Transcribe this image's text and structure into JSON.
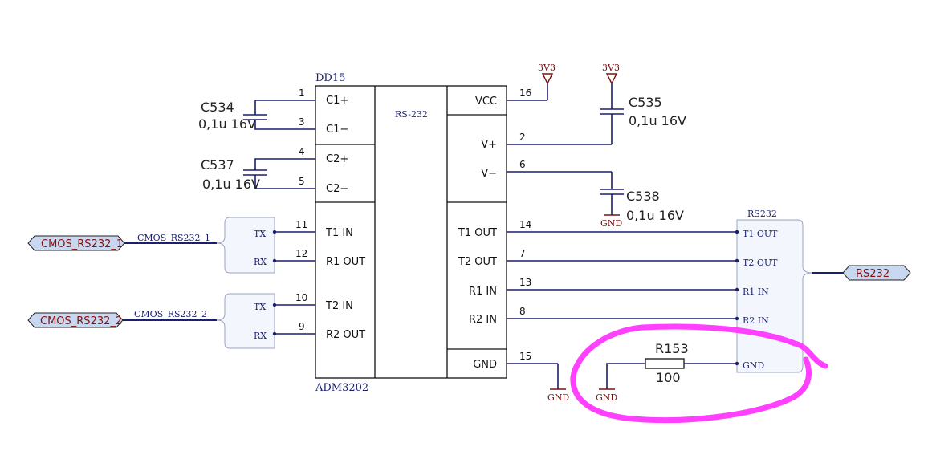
{
  "ic": {
    "designator": "DD15",
    "part": "ADM3202",
    "center_label": "RS-232",
    "left_pins": [
      {
        "num": "1",
        "name": "C1+"
      },
      {
        "num": "3",
        "name": "C1−"
      },
      {
        "num": "4",
        "name": "C2+"
      },
      {
        "num": "5",
        "name": "C2−"
      },
      {
        "num": "11",
        "name": "T1 IN"
      },
      {
        "num": "12",
        "name": "R1 OUT"
      },
      {
        "num": "10",
        "name": "T2 IN"
      },
      {
        "num": "9",
        "name": "R2 OUT"
      }
    ],
    "right_pins": [
      {
        "num": "16",
        "name": "VCC"
      },
      {
        "num": "2",
        "name": "V+"
      },
      {
        "num": "6",
        "name": "V−"
      },
      {
        "num": "14",
        "name": "T1 OUT"
      },
      {
        "num": "7",
        "name": "T2 OUT"
      },
      {
        "num": "13",
        "name": "R1 IN"
      },
      {
        "num": "8",
        "name": "R2 IN"
      },
      {
        "num": "15",
        "name": "GND"
      }
    ]
  },
  "capacitors": [
    {
      "ref": "C534",
      "value": "0,1u 16V"
    },
    {
      "ref": "C537",
      "value": "0,1u 16V"
    },
    {
      "ref": "C535",
      "value": "0,1u 16V"
    },
    {
      "ref": "C538",
      "value": "0,1u 16V"
    }
  ],
  "resistor": {
    "ref": "R153",
    "value": "100"
  },
  "power": {
    "vcc": "3V3",
    "gnd": "GND"
  },
  "harness_left": [
    {
      "port": "CMOS_RS232_1",
      "net": "CMOS_RS232_1",
      "tx": "TX",
      "rx": "RX"
    },
    {
      "port": "CMOS_RS232_2",
      "net": "CMOS_RS232_2",
      "tx": "TX",
      "rx": "RX"
    }
  ],
  "harness_right": {
    "title": "RS232",
    "port": "RS232",
    "entries": [
      "T1 OUT",
      "T2 OUT",
      "R1 IN",
      "R2 IN",
      "GND"
    ]
  },
  "colors": {
    "wire": "#1a1f6e",
    "annotation": "#ff40ff",
    "power": "#7a1010"
  }
}
